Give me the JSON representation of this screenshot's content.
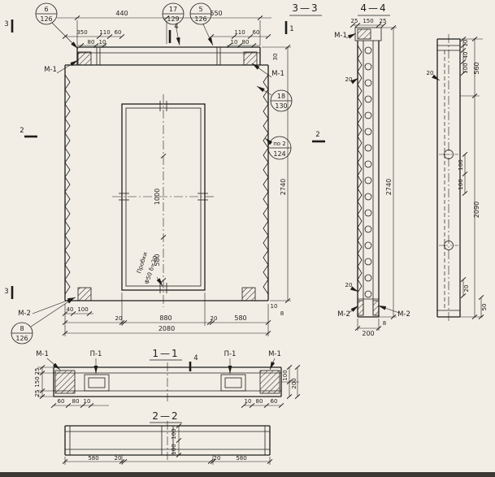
{
  "meta": {
    "paper": "#f2eee5",
    "ink": "#1d1d1b",
    "scan_edge": "#3c3833"
  },
  "titles": {
    "s11": "1—1",
    "s22": "2—2",
    "s33": "3—3",
    "s44": "4—4"
  },
  "labels": {
    "m1": "М-1",
    "m2": "М-2",
    "p1": "П-1"
  },
  "flags": {
    "f1": "1",
    "f2": "2",
    "f3": "3",
    "f4": "4"
  },
  "callouts": {
    "c6": {
      "num": "6",
      "sheet": "126"
    },
    "c17": {
      "num": "17",
      "sheet": "129"
    },
    "c5": {
      "num": "5",
      "sheet": "126"
    },
    "c18": {
      "num": "18",
      "sheet": "130"
    },
    "c124": {
      "num": "по 2",
      "sheet": "124"
    },
    "c8": {
      "num": "8",
      "sheet": "126"
    }
  },
  "notes": {
    "plugs_line1": "Пробки",
    "plugs_line2": "Ф50 δ=20"
  },
  "dims": {
    "d8": "8",
    "d10": "10",
    "d20": "20",
    "d25": "25",
    "d30": "30",
    "d40": "40",
    "d50": "50",
    "d60": "60",
    "d80": "80",
    "d100": "100",
    "d110": "110",
    "d150": "150",
    "d200": "200",
    "d350": "350",
    "d440": "440",
    "d550": "550",
    "d560": "560",
    "d580": "580",
    "d880": "880",
    "d1000": "1000",
    "d2080": "2080",
    "d2090": "2090",
    "d2740": "2740"
  }
}
